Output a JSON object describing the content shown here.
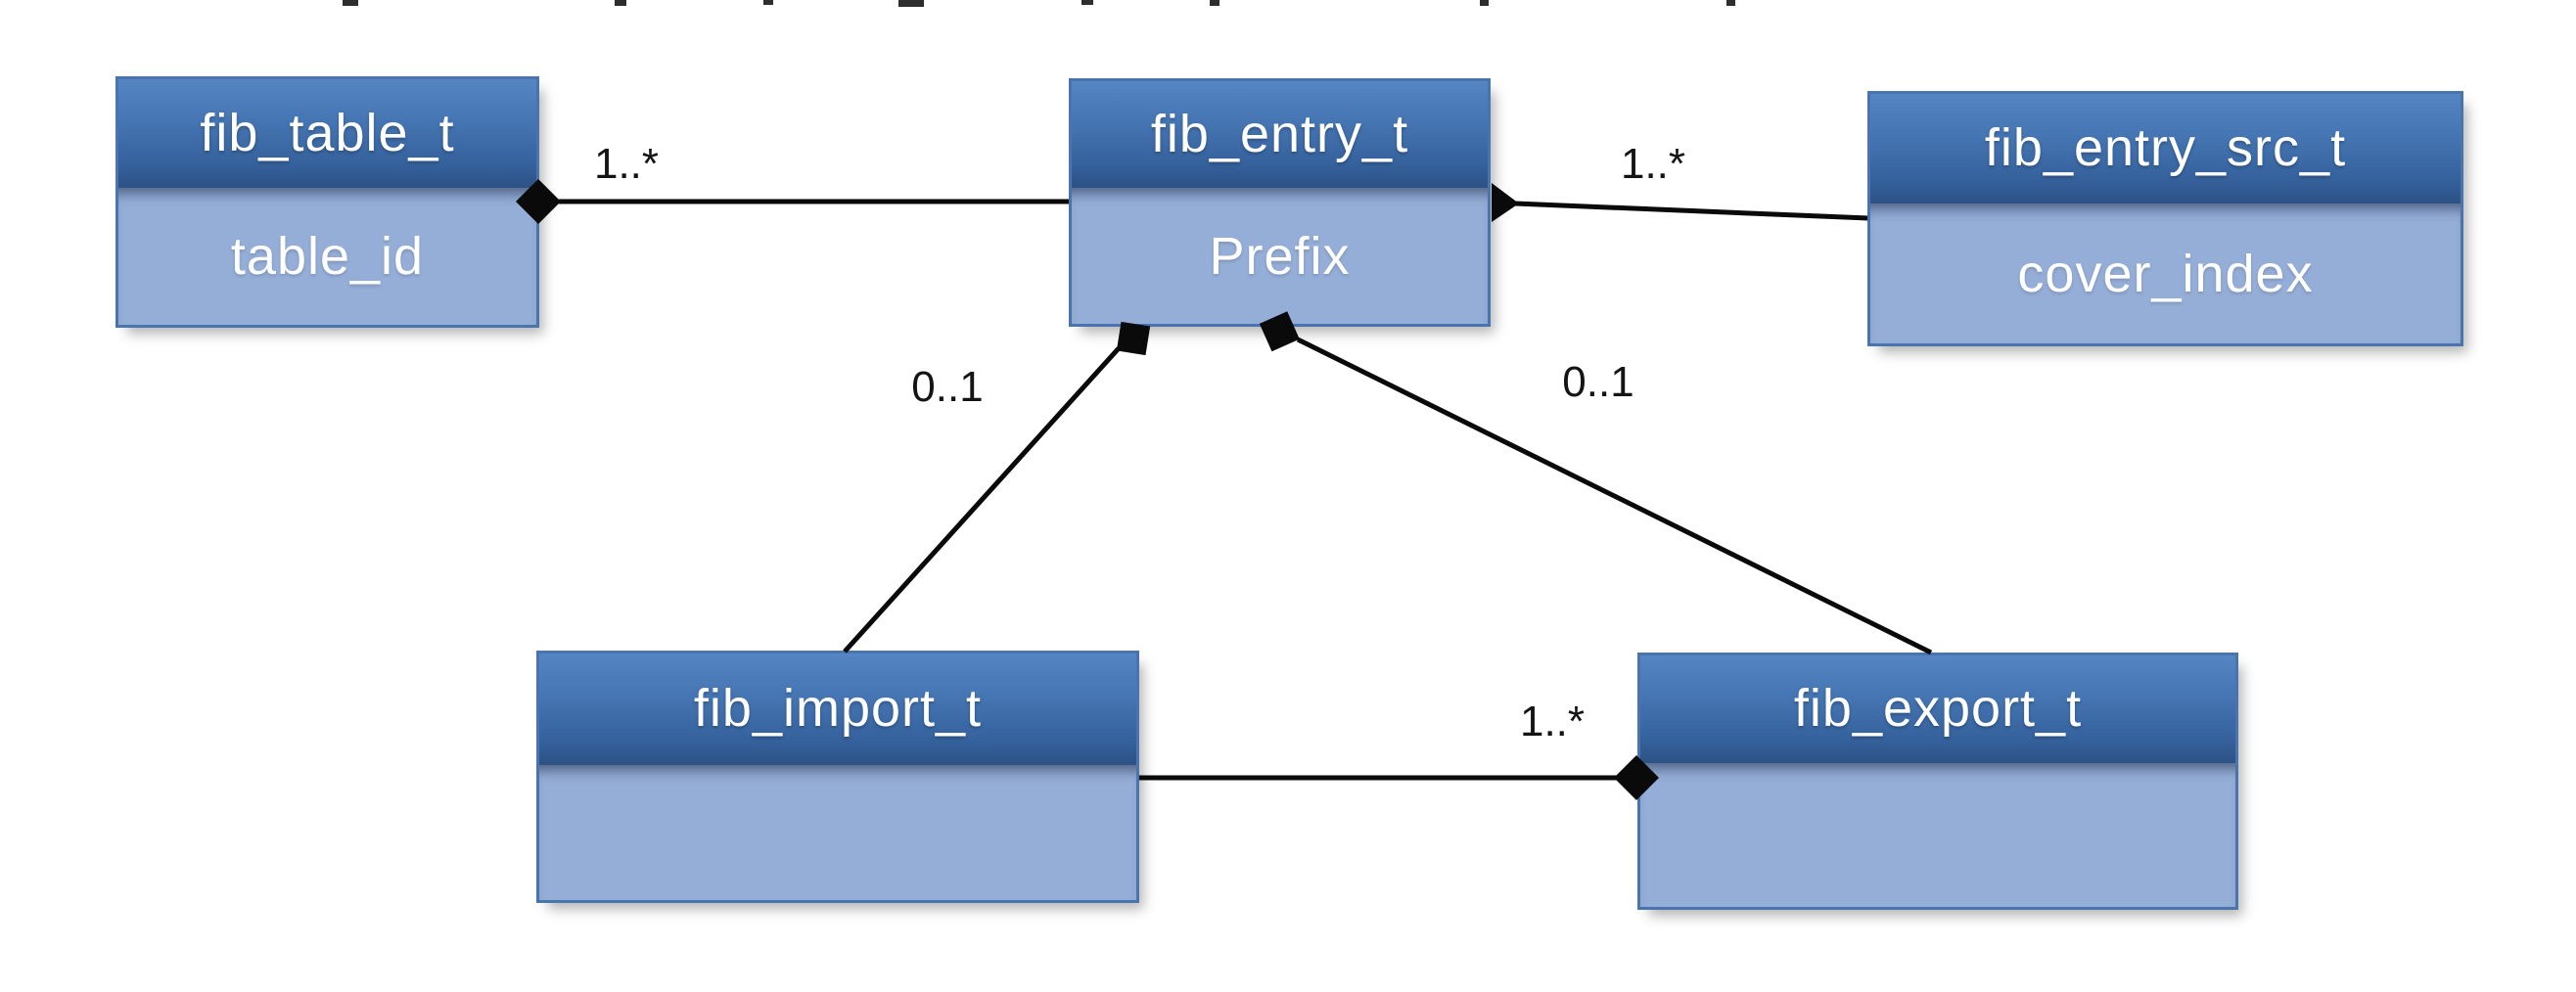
{
  "diagram": {
    "type": "uml-class-diagram",
    "classes": [
      {
        "id": "fib_table_t",
        "title": "fib_table_t",
        "attribute": "table_id"
      },
      {
        "id": "fib_entry_t",
        "title": "fib_entry_t",
        "attribute": "Prefix"
      },
      {
        "id": "fib_entry_src_t",
        "title": "fib_entry_src_t",
        "attribute": "cover_index"
      },
      {
        "id": "fib_import_t",
        "title": "fib_import_t",
        "attribute": ""
      },
      {
        "id": "fib_export_t",
        "title": "fib_export_t",
        "attribute": ""
      }
    ],
    "relations": [
      {
        "from": "fib_table_t",
        "to": "fib_entry_t",
        "type": "composition",
        "multiplicity": "1..*"
      },
      {
        "from": "fib_entry_t",
        "to": "fib_entry_src_t",
        "type": "composition",
        "multiplicity": "1..*"
      },
      {
        "from": "fib_entry_t",
        "to": "fib_import_t",
        "type": "composition",
        "multiplicity": "0..1"
      },
      {
        "from": "fib_entry_t",
        "to": "fib_export_t",
        "type": "composition",
        "multiplicity": "0..1"
      },
      {
        "from": "fib_export_t",
        "to": "fib_import_t",
        "type": "composition",
        "multiplicity": "1..*"
      }
    ],
    "colors": {
      "header_top": "#5585c2",
      "header_bottom": "#2d5387",
      "body": "#95aed7",
      "border": "#4a74ae",
      "line": "#0a0a0a",
      "background": "#ffffff"
    }
  }
}
